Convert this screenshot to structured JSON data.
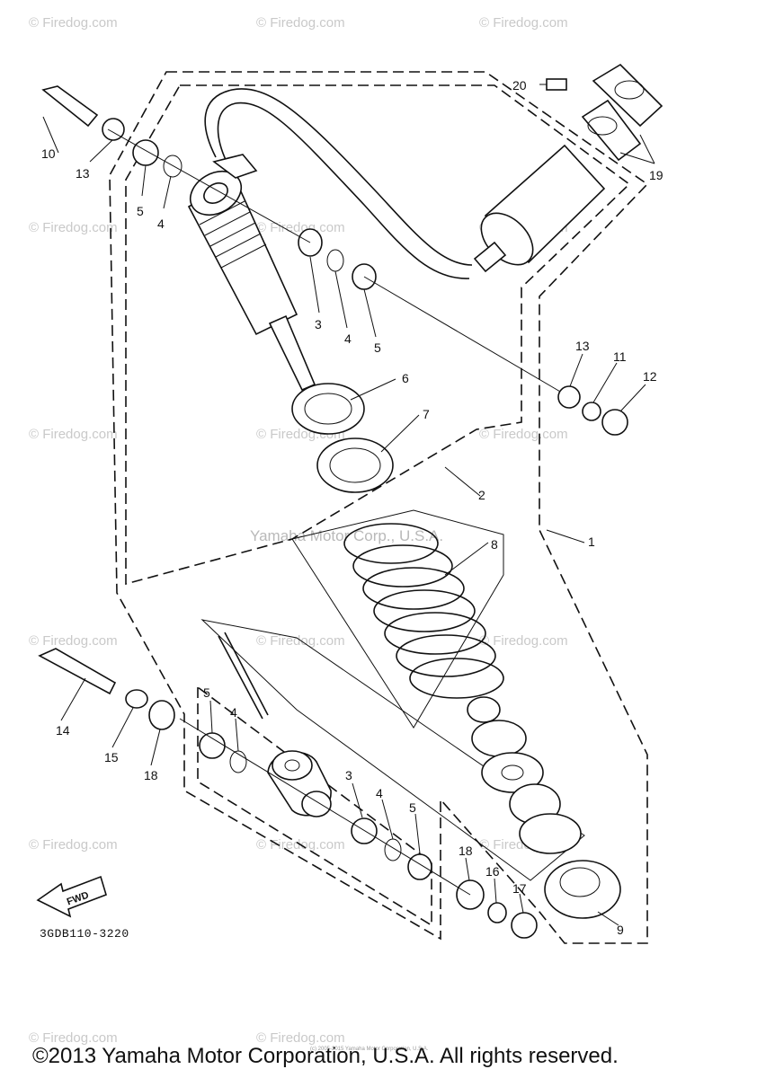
{
  "watermark": {
    "repeated_text": "© Firedog.com",
    "center_text": "Yamaha Motor Corp., U.S.A."
  },
  "diagram": {
    "catalog_code": "3GDB110-3220",
    "fwd_label": "FWD",
    "callouts": {
      "c1": "1",
      "c2": "2",
      "c3a": "3",
      "c3b": "3",
      "c4a": "4",
      "c4b": "4",
      "c4c": "4",
      "c4d": "4",
      "c5a": "5",
      "c5b": "5",
      "c5c": "5",
      "c5d": "5",
      "c6": "6",
      "c7": "7",
      "c8": "8",
      "c9": "9",
      "c10": "10",
      "c11": "11",
      "c12": "12",
      "c13a": "13",
      "c13b": "13",
      "c14": "14",
      "c15": "15",
      "c16": "16",
      "c17": "17",
      "c18a": "18",
      "c18b": "18",
      "c19": "19",
      "c20": "20"
    }
  },
  "footer": {
    "copyright": "©2013 Yamaha Motor Corporation, U.S.A. All rights reserved.",
    "fine_print": "(c) 2005-2015 Yamaha Motor Corporation, U.S.A."
  }
}
